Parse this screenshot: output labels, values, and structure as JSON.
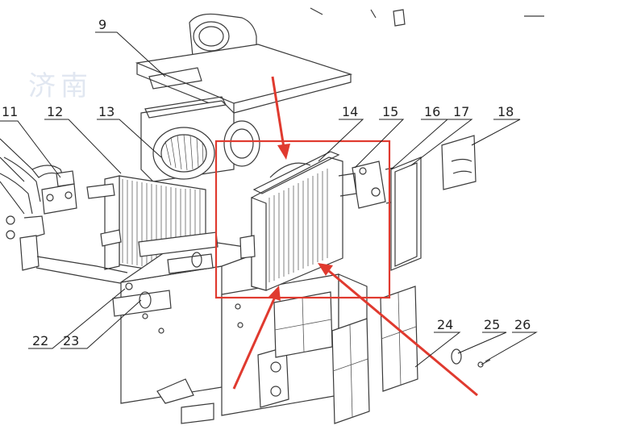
{
  "callouts": [
    {
      "id": "9",
      "label": "9"
    },
    {
      "id": "11",
      "label": "11"
    },
    {
      "id": "12",
      "label": "12"
    },
    {
      "id": "13",
      "label": "13"
    },
    {
      "id": "14",
      "label": "14"
    },
    {
      "id": "15",
      "label": "15"
    },
    {
      "id": "16",
      "label": "16"
    },
    {
      "id": "17",
      "label": "17"
    },
    {
      "id": "18",
      "label": "18"
    },
    {
      "id": "22",
      "label": "22"
    },
    {
      "id": "23",
      "label": "23"
    },
    {
      "id": "24",
      "label": "24"
    },
    {
      "id": "25",
      "label": "25"
    },
    {
      "id": "26",
      "label": "26"
    }
  ],
  "watermark": {
    "line1": "济南",
    "line2": "济南"
  },
  "colors": {
    "highlight": "#e03a2f",
    "line": "#3a3a3a",
    "watermark": "#c9d4e6"
  }
}
